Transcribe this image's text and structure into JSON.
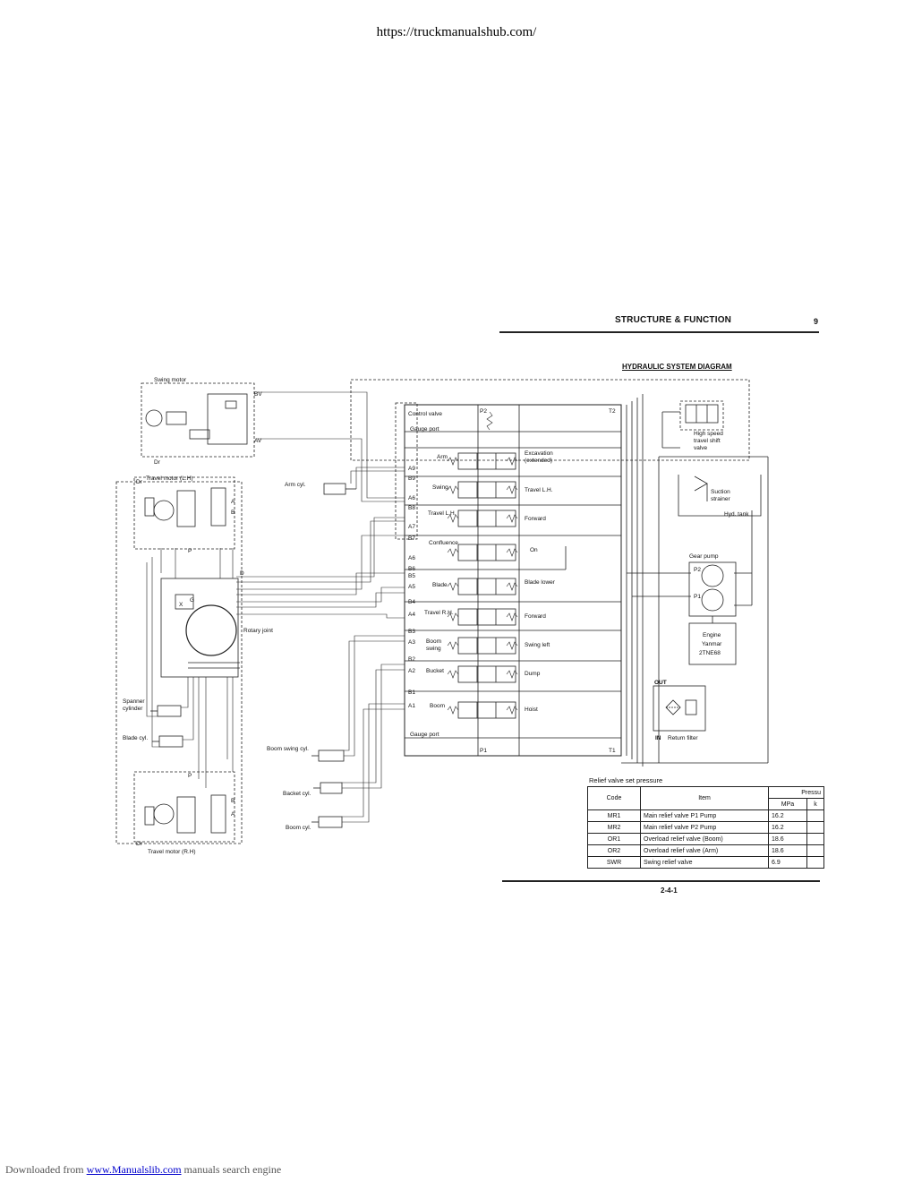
{
  "source_url": "https://truckmanualshub.com/",
  "header": {
    "section": "STRUCTURE & FUNCTION",
    "page_marker": "9"
  },
  "diagram": {
    "title": "HYDRAULIC SYSTEM DIAGRAM",
    "labels": {
      "swing_motor": "Swing motor",
      "bv": "BV",
      "av": "AV",
      "dr1": "Dr",
      "travel_motor_lh": "Travel motor (L.H)",
      "dr2": "Dr",
      "arm_cyl": "Arm cyl.",
      "a_port": "A",
      "b_port": "B",
      "p_port": "P",
      "d_port": "D",
      "rotary_joint": "Rotary joint",
      "spanner_cylinder_1": "Spanner",
      "spanner_cylinder_2": "cylinder",
      "blade_cyl": "Blade cyl.",
      "boom_swing_cyl": "Boom swing cyl.",
      "bucket_cyl": "Backet cyl.",
      "boom_cyl": "Boom cyl.",
      "travel_motor_rh": "Travel motor (R.H)",
      "dr3": "Dr",
      "control_valve": "Control valve",
      "gauge_port_top": "Gauge port",
      "gauge_port_bottom": "Gauge port",
      "p2": "P2",
      "t2": "T2",
      "p1": "P1",
      "t1": "T1",
      "a9": "A9",
      "b9": "B9",
      "a6": "A6",
      "b8": "B8",
      "a7": "A7",
      "b7": "B7",
      "a_6": "A6",
      "b6": "B6",
      "b5": "B5",
      "a5": "A5",
      "b4": "B4",
      "a4": "A4",
      "b3": "B3",
      "a3": "A3",
      "b2": "B2",
      "a2": "A2",
      "b1": "B1",
      "a1": "A1",
      "sec_arm": "Arm",
      "sec_swing": "Swing",
      "sec_travel_lh": "Travel L.H.",
      "sec_confluence": "Confluence",
      "sec_blade": "Blade",
      "sec_travel_rh": "Travel R.H.",
      "sec_boom_swing_1": "Boom",
      "sec_boom_swing_2": "swing",
      "sec_bucket": "Bucket",
      "sec_boom": "Boom",
      "fn_excavation_1": "Excavation",
      "fn_excavation_2": "(extended)",
      "fn_travel_lh": "Travel L.H.",
      "fn_forward_1": "Forward",
      "fn_on": "On",
      "fn_blade_lower": "Blade lower",
      "fn_forward_2": "Forward",
      "fn_swing_left": "Swing left",
      "fn_dump": "Dump",
      "fn_hoist": "Hoist",
      "high_speed_1": "High speed",
      "high_speed_2": "travel shift",
      "high_speed_3": "valve",
      "suction_1": "Suction",
      "suction_2": "strainer",
      "hyd_tank": "Hyd. tank",
      "gear_pump": "Gear pump",
      "pump_p2": "P2",
      "pump_p1": "P1",
      "engine_1": "Engine",
      "engine_2": "Yanmar",
      "engine_3": "2TNE68",
      "out": "OUT",
      "in": "IN",
      "return_filter": "Return filter",
      "x_mark": "X",
      "g_mark": "G"
    }
  },
  "relief_table": {
    "title": "Relief valve set pressure",
    "headers": {
      "code": "Code",
      "item": "Item",
      "pressure": "Pressu",
      "mpa": "MPa",
      "kg": "k"
    },
    "rows": [
      {
        "code": "MR1",
        "item": "Main relief valve P1 Pump",
        "mpa": "16.2"
      },
      {
        "code": "MR2",
        "item": "Main relief valve P2 Pump",
        "mpa": "16.2"
      },
      {
        "code": "OR1",
        "item": "Overload relief valve (Boom)",
        "mpa": "18.6"
      },
      {
        "code": "OR2",
        "item": "Overload relief valve (Arm)",
        "mpa": "18.6"
      },
      {
        "code": "SWR",
        "item": "Swing relief valve",
        "mpa": "6.9"
      }
    ]
  },
  "page_number": "2-4-1",
  "footer": {
    "prefix": "Downloaded from ",
    "link": "www.Manualslib.com",
    "suffix": " manuals search engine"
  }
}
